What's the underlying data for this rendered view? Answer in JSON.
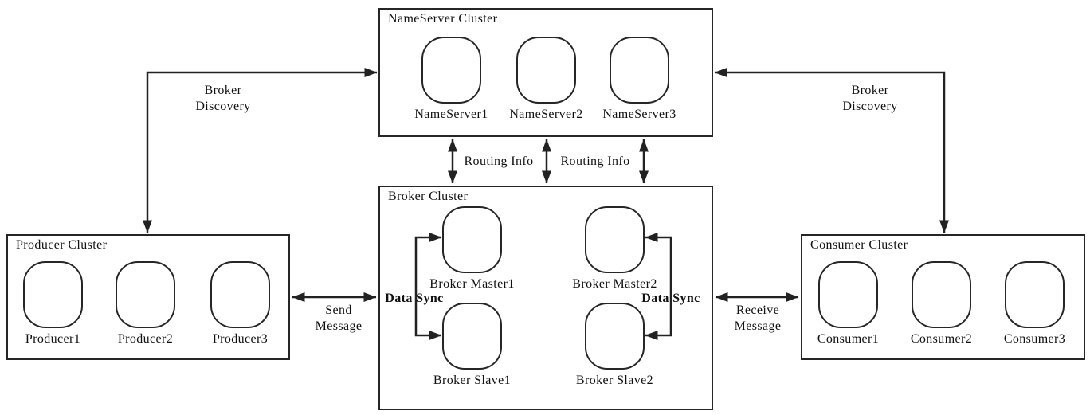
{
  "colors": {
    "line": "#222222",
    "background": "#ffffff",
    "text": "#111111"
  },
  "clusters": {
    "nameserver": {
      "title": "NameServer Cluster",
      "nodes": [
        "NameServer1",
        "NameServer2",
        "NameServer3"
      ]
    },
    "broker": {
      "title": "Broker Cluster",
      "nodes": [
        "Broker Master1",
        "Broker Master2",
        "Broker Slave1",
        "Broker Slave2"
      ]
    },
    "producer": {
      "title": "Producer Cluster",
      "nodes": [
        "Producer1",
        "Producer2",
        "Producer3"
      ]
    },
    "consumer": {
      "title": "Consumer Cluster",
      "nodes": [
        "Consumer1",
        "Consumer2",
        "Consumer3"
      ]
    }
  },
  "edges": {
    "broker_discovery_left": "Broker\nDiscovery",
    "broker_discovery_right": "Broker\nDiscovery",
    "routing_info_left": "Routing Info",
    "routing_info_right": "Routing Info",
    "send_message": "Send\nMessage",
    "receive_message": "Receive\nMessage",
    "data_sync_left": "Data Sync",
    "data_sync_right": "Data Sync"
  }
}
